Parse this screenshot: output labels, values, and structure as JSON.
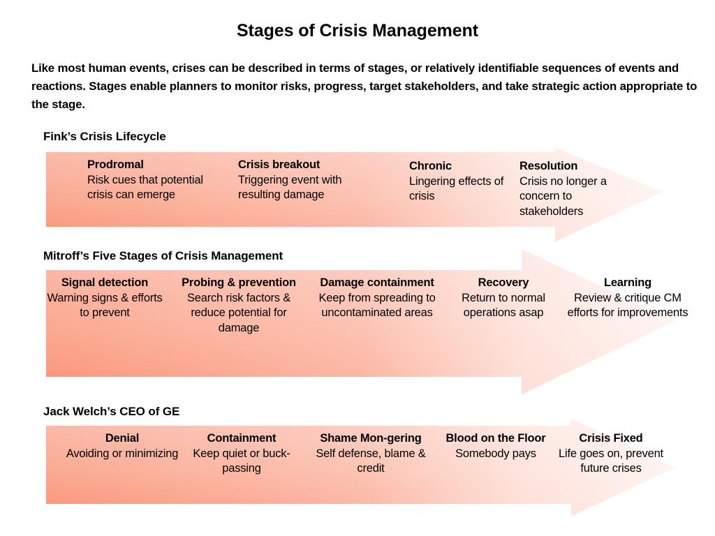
{
  "slide": {
    "title": "Stages of Crisis Management",
    "intro": "Like most human events, crises can be described in terms of stages, or relatively identifiable sequences of events and reactions. Stages enable planners to monitor risks, progress, target stakeholders, and take strategic action appropriate to the stage.",
    "background_color": "#ffffff",
    "text_color": "#000000"
  },
  "arrow_style": {
    "gradient_top_left": "#fbbcac",
    "gradient_bottom_left": "#fb9a7e",
    "gradient_right": "#fdf2ef",
    "accent": "#f9a08a"
  },
  "sections": [
    {
      "heading": "Fink’s Crisis Lifecycle",
      "align": "left",
      "stages": [
        {
          "title": "Prodromal",
          "desc": "Risk cues that potential crisis can emerge"
        },
        {
          "title": "Crisis breakout",
          "desc": "Triggering event with resulting damage"
        },
        {
          "title": "Chronic",
          "desc": "Lingering effects of crisis"
        },
        {
          "title": "Resolution",
          "desc": "Crisis no longer a concern to stakeholders"
        }
      ]
    },
    {
      "heading": "Mitroff’s Five Stages of Crisis Management",
      "align": "center",
      "stages": [
        {
          "title": "Signal detection",
          "desc": "Warning signs & efforts to prevent"
        },
        {
          "title": "Probing & prevention",
          "desc": "Search risk factors & reduce potential for damage"
        },
        {
          "title": "Damage containment",
          "desc": "Keep from spreading to uncontaminated areas"
        },
        {
          "title": "Recovery",
          "desc": "Return to normal operations asap"
        },
        {
          "title": "Learning",
          "desc": "Review & critique CM efforts for improvements"
        }
      ]
    },
    {
      "heading": "Jack Welch’s CEO of GE",
      "align": "center",
      "stages": [
        {
          "title": "Denial",
          "desc": "Avoiding or minimizing"
        },
        {
          "title": "Containment",
          "desc": "Keep quiet or buck-passing"
        },
        {
          "title": "Shame Mon-gering",
          "desc": " Self defense, blame & credit"
        },
        {
          "title": "Blood on the Floor",
          "desc": "Somebody pays"
        },
        {
          "title": "Crisis Fixed",
          "desc": "Life goes on, prevent future crises"
        }
      ]
    }
  ]
}
